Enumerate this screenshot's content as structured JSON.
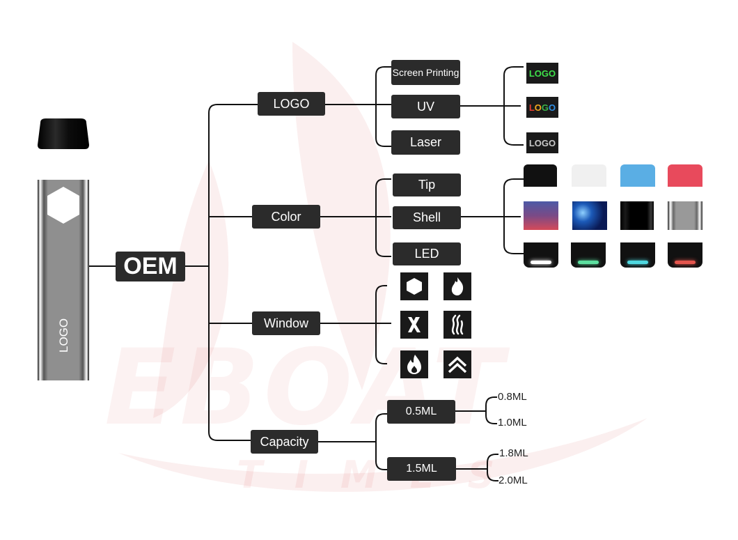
{
  "root": {
    "label": "OEM"
  },
  "device": {
    "logo_text": "LOGO"
  },
  "branches": {
    "logo": {
      "label": "LOGO",
      "children": [
        "Screen Printing",
        "UV",
        "Laser"
      ],
      "samples": [
        "LOGO",
        "LOGO",
        "LOGO"
      ]
    },
    "color": {
      "label": "Color",
      "children": [
        "Tip",
        "Shell",
        "LED"
      ]
    },
    "window": {
      "label": "Window",
      "icons": [
        "hexagon-icon",
        "flame-icon",
        "x-icon",
        "smoke-icon",
        "fire-drop-icon",
        "double-chevron-up-icon"
      ]
    },
    "capacity": {
      "label": "Capacity",
      "children": [
        {
          "label": "0.5ML",
          "options": [
            "0.8ML",
            "1.0ML"
          ]
        },
        {
          "label": "1.5ML",
          "options": [
            "1.8ML",
            "2.0ML"
          ]
        }
      ]
    }
  },
  "colors": {
    "tips": [
      "#111111",
      "#f0f0f0",
      "#5aaee4",
      "#e84a5c"
    ],
    "leds": [
      "#ffffff",
      "#5de0a0",
      "#4fd8e0",
      "#e4554d"
    ],
    "logo_uv_letters": [
      "#e63c2f",
      "#f4a91f",
      "#3bb54a",
      "#2f8fe6"
    ],
    "logo_green": "#3ee04a",
    "logo_laser": "#c8c8c8"
  },
  "watermark": {
    "brand": "EBOAT",
    "sub": "TIMES"
  }
}
